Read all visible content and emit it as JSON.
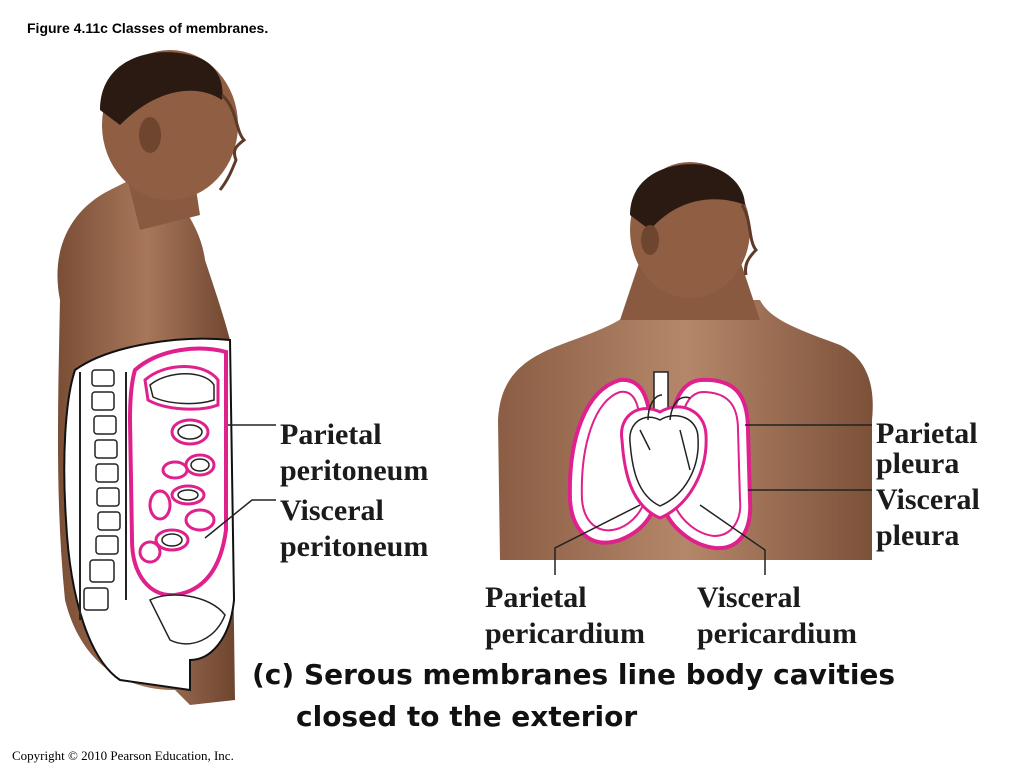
{
  "figure": {
    "title": "Figure 4.11c  Classes of membranes."
  },
  "labels": {
    "parietal_peritoneum": [
      "Parietal",
      "peritoneum"
    ],
    "visceral_peritoneum": [
      "Visceral",
      "peritoneum"
    ],
    "parietal_pleura": [
      "Parietal",
      "pleura"
    ],
    "visceral_pleura": [
      "Visceral",
      "pleura"
    ],
    "parietal_pericardium": [
      "Parietal",
      "pericardium"
    ],
    "visceral_pericardium": [
      "Visceral",
      "pericardium"
    ]
  },
  "caption": {
    "line1": "(c) Serous membranes line body cavities",
    "line2": "closed to the exterior"
  },
  "copyright": "Copyright © 2010 Pearson Education, Inc.",
  "colors": {
    "membrane": "#e0208c",
    "skin": "#9a6a4e",
    "skin_dark": "#5e3a29",
    "hair": "#2a1a12",
    "leader": "#222222"
  }
}
